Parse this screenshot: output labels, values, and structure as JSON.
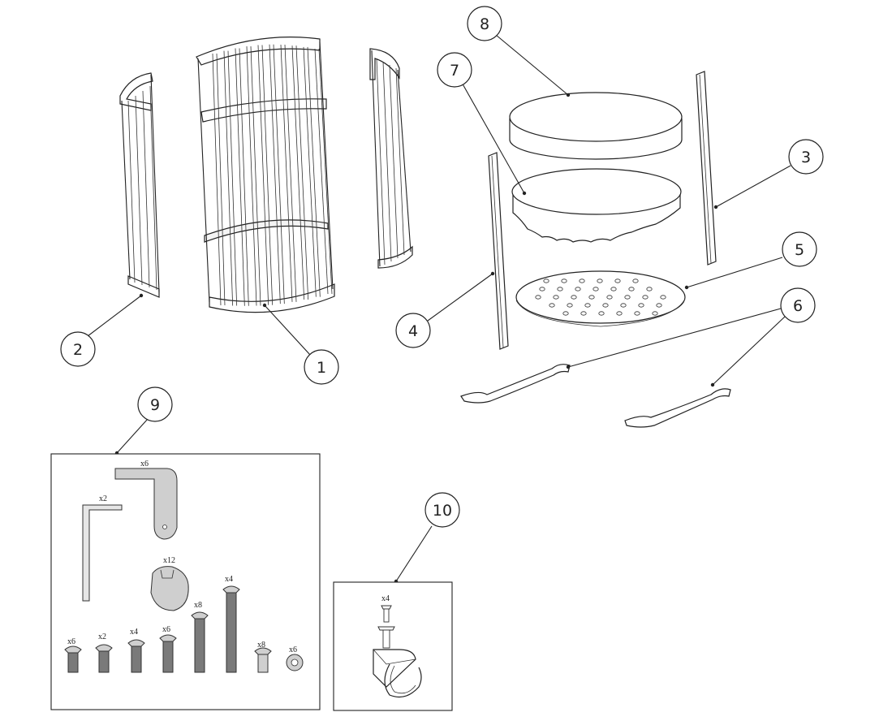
{
  "callouts": [
    {
      "label": "1"
    },
    {
      "label": "2"
    },
    {
      "label": "3"
    },
    {
      "label": "4"
    },
    {
      "label": "5"
    },
    {
      "label": "6"
    },
    {
      "label": "7"
    },
    {
      "label": "8"
    },
    {
      "label": "9"
    },
    {
      "label": "10"
    }
  ],
  "hardware": {
    "allen_key_qty": "x2",
    "bracket_qty": "x6",
    "cap_qty": "x12",
    "bolts": [
      {
        "qty": "x6"
      },
      {
        "qty": "x2"
      },
      {
        "qty": "x4"
      },
      {
        "qty": "x6"
      },
      {
        "qty": "x8"
      },
      {
        "qty": "x4"
      },
      {
        "qty": "x8"
      },
      {
        "qty": "x6"
      }
    ]
  },
  "caster": {
    "screw_qty": "x4"
  }
}
